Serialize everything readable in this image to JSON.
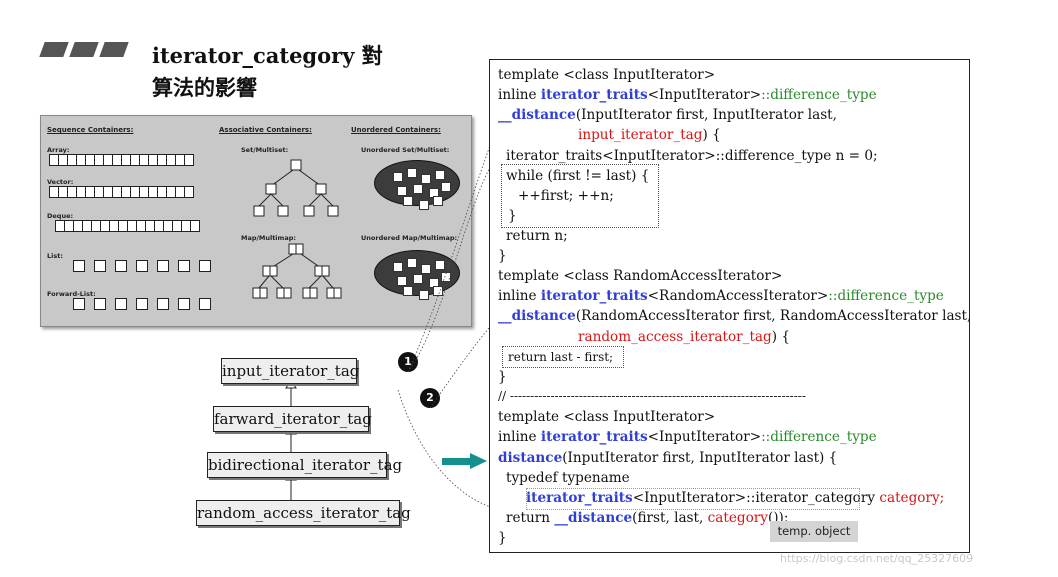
{
  "title_line1": "iterator_category 對",
  "title_line2": "算法的影響",
  "panel": {
    "sequence_header": "Sequence Containers:",
    "associative_header": "Associative Containers:",
    "unordered_header": "Unordered Containers:",
    "array": "Array:",
    "vector": "Vector:",
    "deque": "Deque:",
    "list": "List:",
    "forward_list": "Forward-List:",
    "set": "Set/Multiset:",
    "map": "Map/Multimap:",
    "uset": "Unordered Set/Multiset:",
    "umap": "Unordered Map/Multimap:"
  },
  "tags": [
    "input_iterator_tag",
    "farward_iterator_tag",
    "bidirectional_iterator_tag",
    "random_access_iterator_tag"
  ],
  "badges": [
    "1",
    "2"
  ],
  "code": {
    "l1": "template <class InputIterator>",
    "l2a": "inline ",
    "l2b": "iterator_traits",
    "l2c": "<InputIterator>",
    "l2d": "::difference_type",
    "l3a": "__distance",
    "l3b": "(InputIterator first, InputIterator last,",
    "l4": "input_iterator_tag",
    "l4b": ") {",
    "l5": "iterator_traits<InputIterator>::difference_type n = 0;",
    "l6": "while (first != last) {",
    "l7": "++first; ++n;",
    "l8": "}",
    "l9": "return n;",
    "l10": "}",
    "l11": "template <class RandomAccessIterator>",
    "l12a": "inline ",
    "l12b": "iterator_traits",
    "l12c": "<RandomAccessIterator>",
    "l12d": "::difference_type",
    "l13a": "__distance",
    "l13b": "(RandomAccessIterator first, RandomAccessIterator last,",
    "l14": "random_access_iterator_tag",
    "l14b": ") {",
    "l15": "return last - first;",
    "l16": "}",
    "l17": "// -------------------------------------------------------------------------",
    "l18": "template <class InputIterator>",
    "l19a": "inline ",
    "l19b": "iterator_traits",
    "l19c": "<InputIterator>",
    "l19d": "::difference_type",
    "l20a": "distance",
    "l20b": "(InputIterator first, InputIterator last) {",
    "l21": "typedef typename",
    "l22a": "iterator_traits",
    "l22b": "<InputIterator>::iterator_category",
    "l22c": " category;",
    "l23a": "return ",
    "l23b": "__distance",
    "l23c": "(first, last, ",
    "l23d": "category",
    "l23e": "());",
    "l24": "}"
  },
  "temp_label": "temp. object",
  "watermark_url": "https://blog.csdn.net/qq_25327609",
  "colors": {
    "arrow": "#14918f",
    "keyword_blue": "#2f3fd6",
    "type_green": "#2a8a2a",
    "tag_red": "#d81515"
  }
}
